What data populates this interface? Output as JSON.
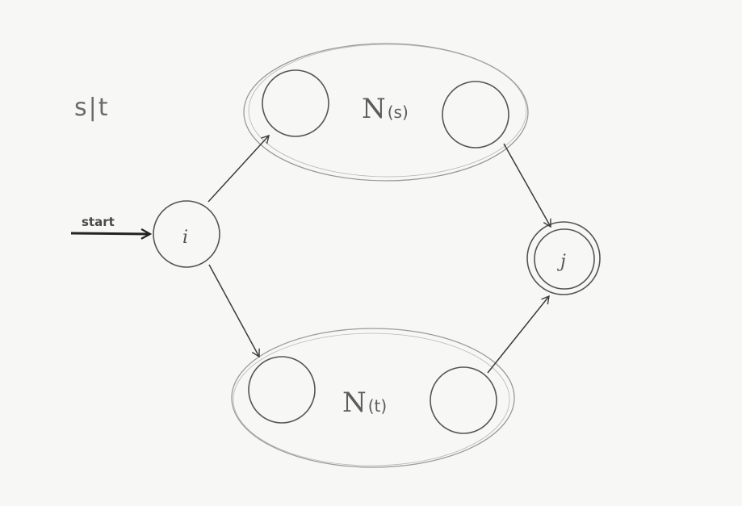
{
  "regex": "s|t",
  "start_label": "start",
  "nodes": {
    "initial": "i",
    "final": "j"
  },
  "subautomata": {
    "upper": {
      "letter": "N",
      "arg": "(s)"
    },
    "lower": {
      "letter": "N",
      "arg": "(t)"
    }
  },
  "colors": {
    "pencil": "#5a5a5a",
    "light_pencil": "#9a9a9a",
    "background": "#f7f7f6"
  }
}
